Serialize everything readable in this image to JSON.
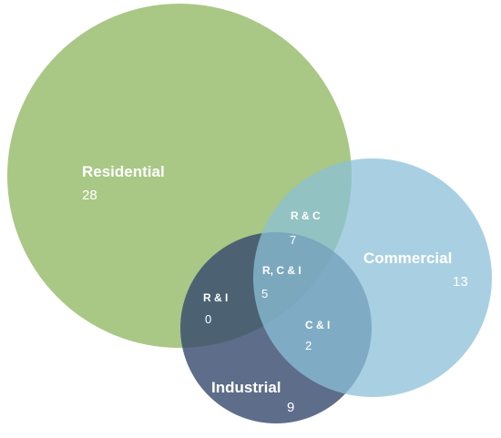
{
  "diagram": {
    "sets": [
      {
        "key": "residential",
        "name": "Residential",
        "count": "28",
        "color": "#9dbf74"
      },
      {
        "key": "commercial",
        "name": "Commercial",
        "count": "13",
        "color": "#8cc0d8"
      },
      {
        "key": "industrial",
        "name": "Industrial",
        "count": "9",
        "color": "#34486d"
      }
    ],
    "overlaps": [
      {
        "key": "rc",
        "name": "R & C",
        "count": "7"
      },
      {
        "key": "ri",
        "name": "R & I",
        "count": "0"
      },
      {
        "key": "rci",
        "name": "R, C & I",
        "count": "5"
      },
      {
        "key": "ci",
        "name": "C & I",
        "count": "2"
      }
    ]
  }
}
